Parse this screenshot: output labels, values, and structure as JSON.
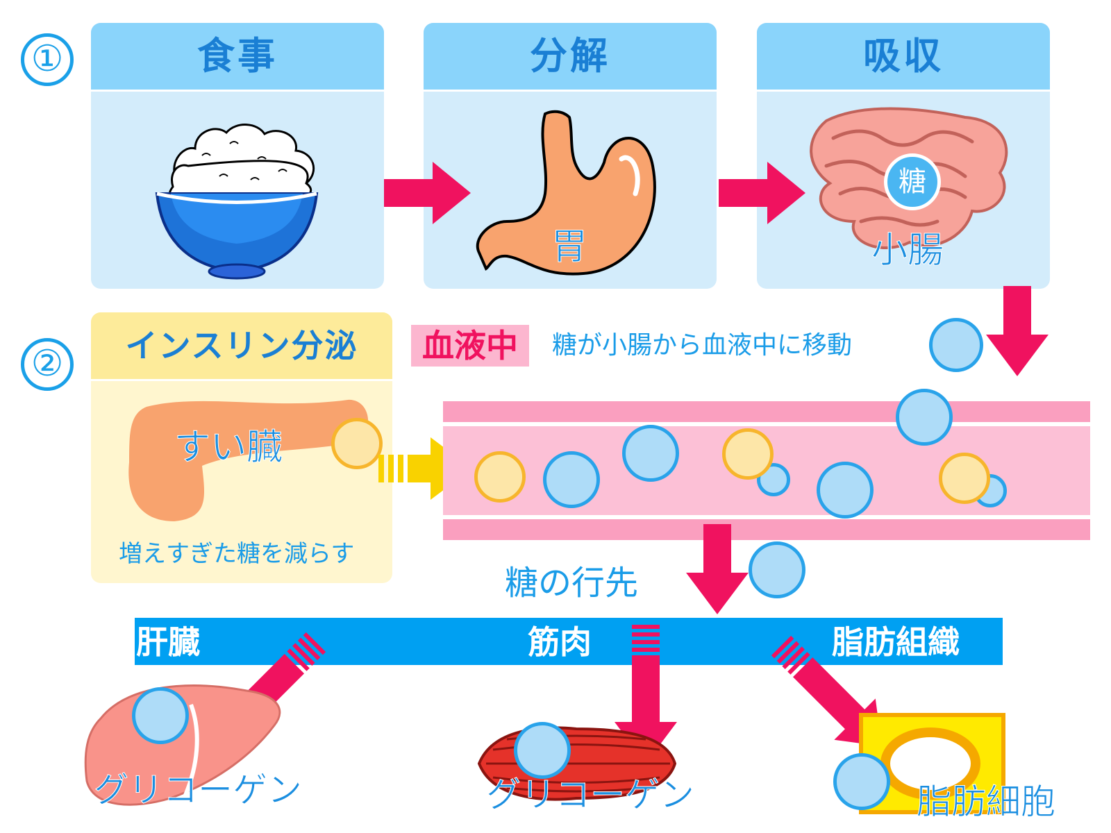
{
  "steps": {
    "one": "①",
    "two": "②"
  },
  "panels": {
    "meal": "食事",
    "digest": "分解",
    "absorb": "吸収",
    "insulin": "インスリン分泌"
  },
  "labels": {
    "stomach": "胃",
    "small_intestine": "小腸",
    "sugar": "糖",
    "blood": "血液中",
    "sugar_moves": "糖が小腸から血液中に移動",
    "pancreas": "すい臓",
    "reduce": "増えすぎた糖を減らす",
    "destination": "糖の行先"
  },
  "destinations": {
    "liver": "肝臓",
    "muscle": "筋肉",
    "fat_tissue": "脂肪組織"
  },
  "results": {
    "liver": "グリコーゲン",
    "muscle": "グリコーゲン",
    "fat": "脂肪細胞"
  },
  "colors": {
    "arrow": "#f0125f",
    "bar": "#00a0f2",
    "insulin_arrow": "#f9d200",
    "blood_vessel": "#fcc0d6",
    "vessel_wall": "#fa9fbf"
  }
}
